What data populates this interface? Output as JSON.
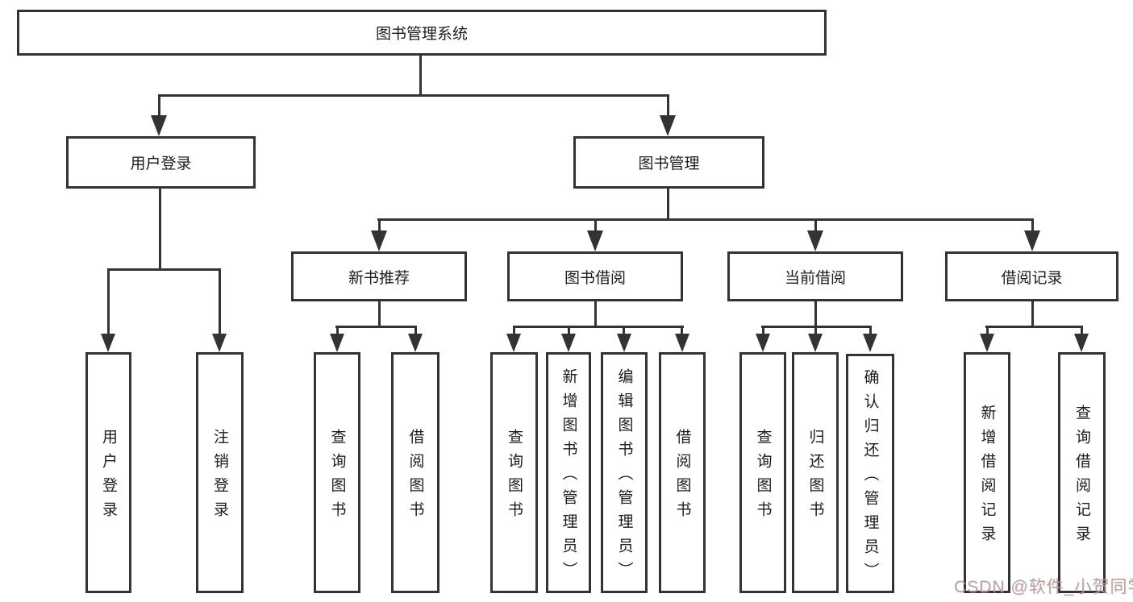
{
  "diagram_type": "hierarchy-tree",
  "colors": {
    "line": "#333333",
    "box_border": "#333333",
    "background": "#ffffff",
    "watermark": "#ab9898"
  },
  "tree": {
    "root": {
      "label": "图书管理系统"
    },
    "branches": [
      {
        "label": "用户登录",
        "children": [
          {
            "label": "用户登录"
          },
          {
            "label": "注销登录"
          }
        ]
      },
      {
        "label": "图书管理",
        "children": [
          {
            "label": "新书推荐",
            "children": [
              {
                "label": "查询图书"
              },
              {
                "label": "借阅图书"
              }
            ]
          },
          {
            "label": "图书借阅",
            "children": [
              {
                "label": "查询图书"
              },
              {
                "label": "新增图书（管理员）"
              },
              {
                "label": "编辑图书（管理员）"
              },
              {
                "label": "借阅图书"
              }
            ]
          },
          {
            "label": "当前借阅",
            "children": [
              {
                "label": "查询图书"
              },
              {
                "label": "归还图书"
              },
              {
                "label": "确认归还（管理员）"
              }
            ]
          },
          {
            "label": "借阅记录",
            "children": [
              {
                "label": "新增借阅记录"
              },
              {
                "label": "查询借阅记录"
              }
            ]
          }
        ]
      }
    ]
  },
  "watermark": {
    "text": "CSDN @软件_小贺同学"
  }
}
